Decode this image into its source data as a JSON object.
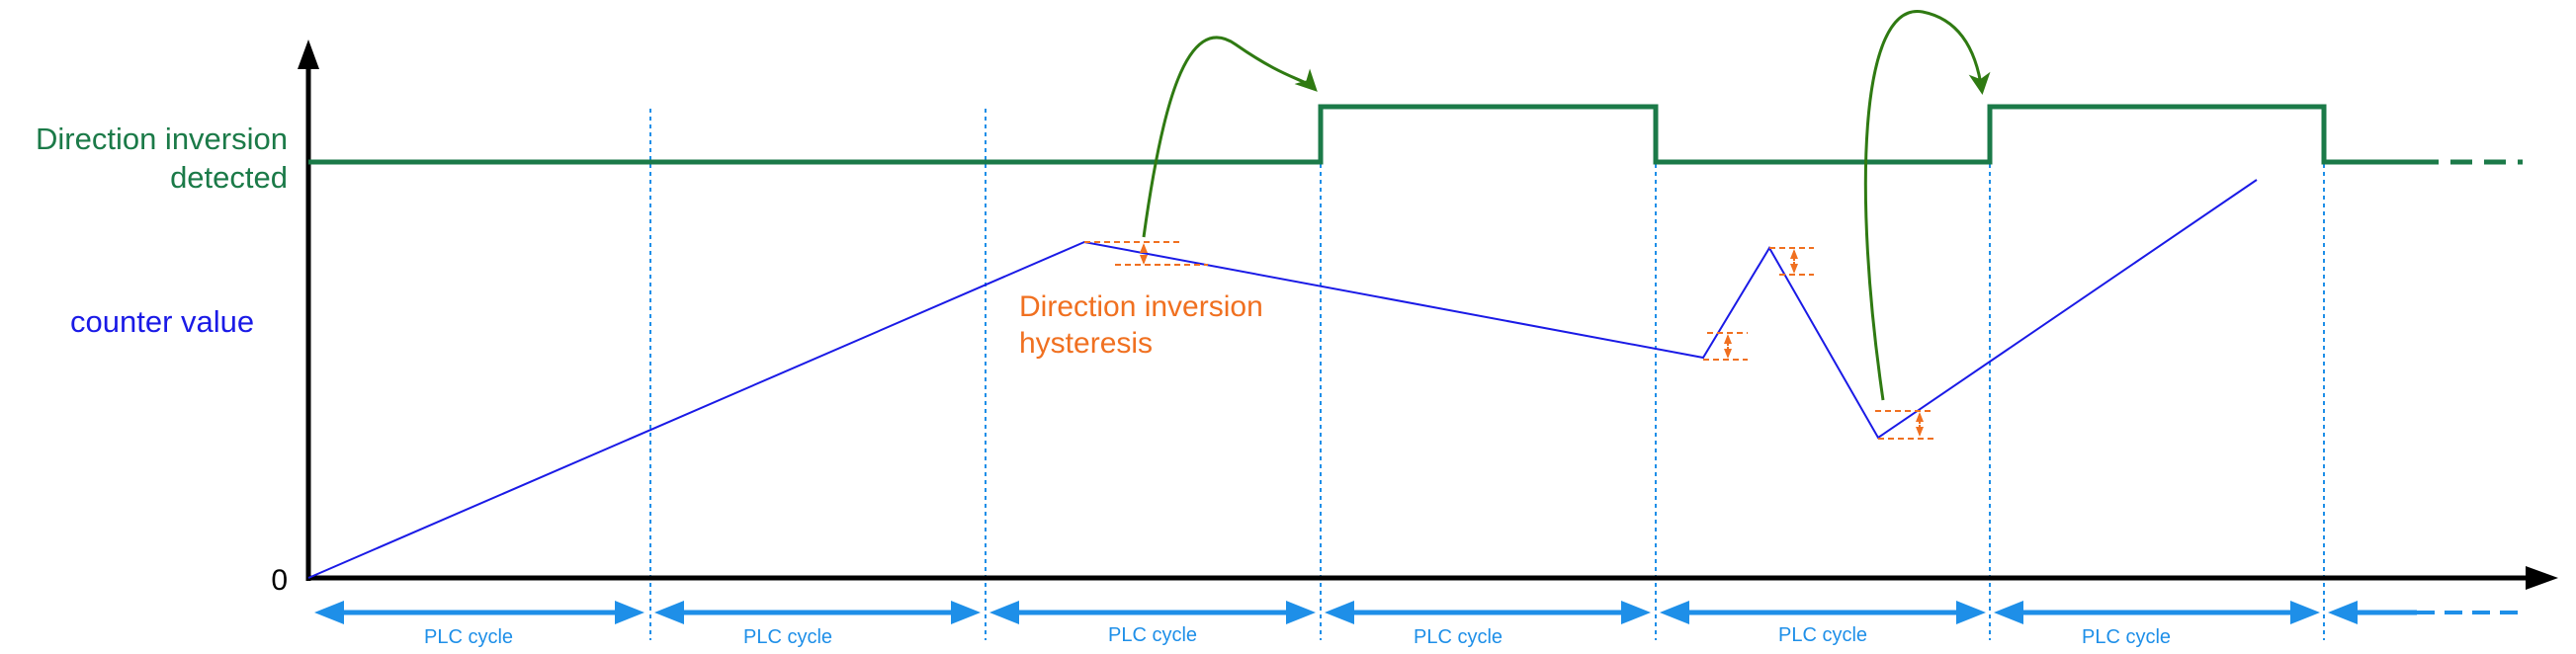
{
  "labels": {
    "direction_inversion_line1": "Direction inversion",
    "direction_inversion_line2": "detected",
    "counter_value": "counter value",
    "zero": "0",
    "hysteresis_line1": "Direction inversion",
    "hysteresis_line2": "hysteresis"
  },
  "plc_cycles": [
    "PLC cycle",
    "PLC cycle",
    "PLC cycle",
    "PLC cycle",
    "PLC cycle",
    "PLC cycle"
  ],
  "colors": {
    "signal_green": "#1b7a48",
    "arrow_green": "#2f7a12",
    "counter_blue": "#1a1ae6",
    "cycle_blue": "#1e8fe8",
    "hysteresis_orange": "#f07020",
    "axis_black": "#000000"
  }
}
